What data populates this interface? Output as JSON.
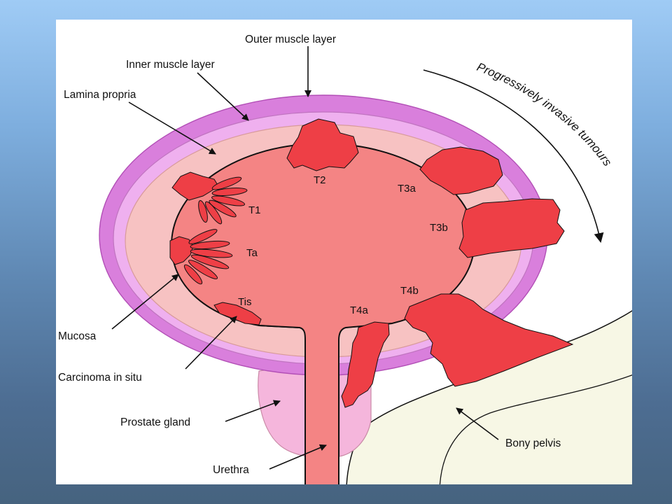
{
  "labels": {
    "outer_muscle": "Outer muscle layer",
    "inner_muscle": "Inner muscle layer",
    "lamina_propria": "Lamina propria",
    "mucosa": "Mucosa",
    "carcinoma_in_situ": "Carcinoma in situ",
    "prostate_gland": "Prostate gland",
    "urethra": "Urethra",
    "bony_pelvis": "Bony pelvis",
    "progressive": "Progressively invasive tumours"
  },
  "stages": {
    "t2": "T2",
    "t3a": "T3a",
    "t3b": "T3b",
    "t1": "T1",
    "ta": "Ta",
    "tis": "Tis",
    "t4a": "T4a",
    "t4b": "T4b"
  },
  "colors": {
    "outer_muscle": "#d97fdc",
    "inner_muscle": "#efb0ef",
    "lamina_propria": "#f7c2c2",
    "lumen": "#f48484",
    "tumour": "#ee3f46",
    "prostate": "#f5b6dc",
    "bone": "#f7f7e5"
  }
}
